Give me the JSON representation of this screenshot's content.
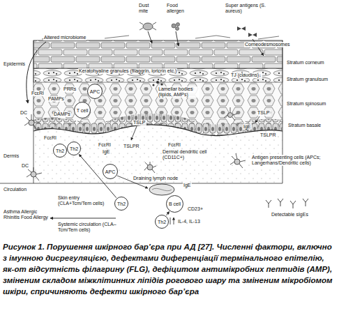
{
  "diagram": {
    "caption": "Рисунок 1. Порушення шкірного бар’єра при АД [27]. Численні фактори, включно з імунною дисрегуляцією, дефектами диференціації термінального епітелію, як-от відсутність філагрину (FLG), дефіцитом антимікробних пептидів (AMP), зміненим складом міжклітинних ліпідів рогового шару та зміненим мікробіомом шкіри, спричиняють дефекти шкірного бар’єра",
    "nodes": [
      {
        "text": [
          "T cell"
        ]
      },
      {
        "text": [
          "APC"
        ]
      },
      {
        "text": [
          "Th2"
        ]
      },
      {
        "text": [
          "Th2"
        ]
      },
      {
        "text": [
          "APC"
        ]
      },
      {
        "text": [
          "B cell"
        ]
      },
      {
        "text": [
          "Th2"
        ]
      },
      {
        "text": [
          "Th2"
        ]
      }
    ],
    "edges": [
      {
        "from": 6,
        "to": 3,
        "arrow": "to"
      },
      {
        "from": 7,
        "to": 5,
        "arrow": "to"
      }
    ],
    "labels": [
      "Dust mite",
      "Food allergen",
      "Super antigens (S. aureus)",
      "Altered microbiome",
      "Corneodesmosomes",
      "Epidermis",
      "Stratum corneum",
      "Keratohyaline granules (filaggrin, loricrin etc.)",
      "TJ (claudins)↓",
      "Stratum granulsum",
      "Lamellar bodies (lipids, AMPs)",
      "PRRs",
      "PAMPs",
      "DAMPs",
      "FcεRI",
      "DC",
      "Stratum spinosum",
      "TSLP",
      "TSLP",
      "IgE",
      "TSLPR",
      "Stratum basale",
      "FcεRI",
      "DC",
      "FcεRI",
      "IgE",
      "TSLPR",
      "FcεRI",
      "Dermis",
      "Dermal dendritic cell (CD11C+)",
      "Antigen presenting cells (APCs; Langerhans/Dendritic cells)",
      "Draining lymph node",
      "Circulation",
      "Skin entry (CLA+Tcm/Tem cells)",
      "IgE",
      "CD23+",
      "Detectable sIgEs",
      "IL-4, IL-13",
      "Systemic circulation (CLA–Tcm/Tem cells)",
      "Asthma Allergic Rhinitis Food Allergy"
    ]
  }
}
